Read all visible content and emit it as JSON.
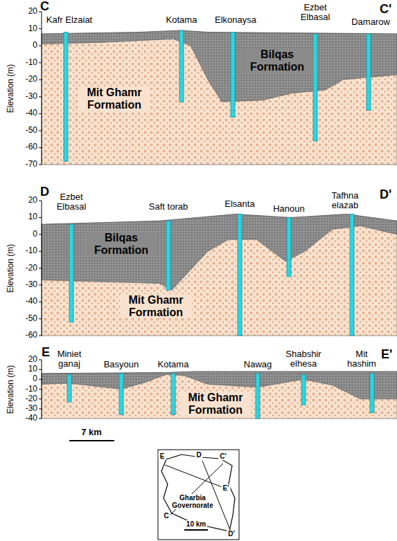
{
  "diagram": {
    "labels": [
      "C",
      "C'",
      "20",
      "10",
      "0",
      "-10",
      "-20",
      "-30",
      "-40",
      "-50",
      "-60",
      "-70",
      "Elevation (m)",
      "Kafr Elzaiat",
      "Kotama",
      "Elkonaysa",
      "Ezbet Elbasal",
      "Damarow",
      "Bilqas Formation",
      "Mit Ghamr Formation",
      "D",
      "D'",
      "20",
      "10",
      "0",
      "-10",
      "-20",
      "-30",
      "-40",
      "-50",
      "-60",
      "Elevation (m)",
      "Ezbet Elbasal",
      "Saft torab",
      "Elsanta",
      "Hanoun",
      "Tafhna elazab",
      "Bilqas Formation",
      "Mit Ghamr Formation",
      "E",
      "E'",
      "20",
      "10",
      "0",
      "-10",
      "-20",
      "-30",
      "-40",
      "Elevation (m)",
      "Miniet ganaj",
      "Basyoun",
      "Kotama",
      "Nawag",
      "Shabshir elhesa",
      "Mit hashim",
      "Mit Ghamr Formation",
      "7 km",
      "E",
      "D",
      "C'",
      "E'",
      "Gharbia Governorate",
      "C",
      "10 km",
      "D'"
    ]
  }
}
